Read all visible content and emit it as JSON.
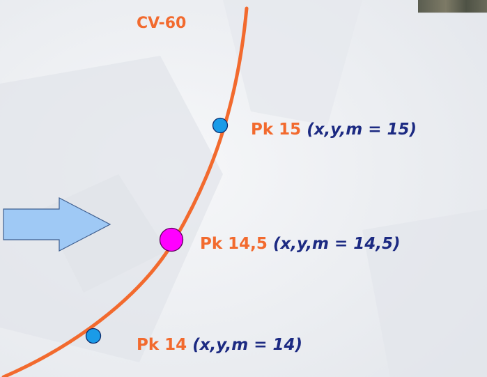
{
  "road_label": "CV-60",
  "colors": {
    "road": "#f26a2e",
    "minor_marker": "#1a9be8",
    "highlight_marker": "#ff00ff",
    "arrow_fill": "#9fc9f5",
    "arrow_stroke": "#3f5f8f",
    "coord_text": "#1c2a82"
  },
  "markers": [
    {
      "id": "pk15",
      "pk_label": "Pk 15",
      "coord_label": "(x,y,m = 15)",
      "type": "minor"
    },
    {
      "id": "pk14_5",
      "pk_label": "Pk 14,5",
      "coord_label": "(x,y,m = 14,5)",
      "type": "highlight"
    },
    {
      "id": "pk14",
      "pk_label": "Pk 14",
      "coord_label": "(x,y,m = 14)",
      "type": "minor"
    }
  ],
  "pointer": {
    "icon": "right-arrow-icon",
    "target": "pk14_5"
  }
}
